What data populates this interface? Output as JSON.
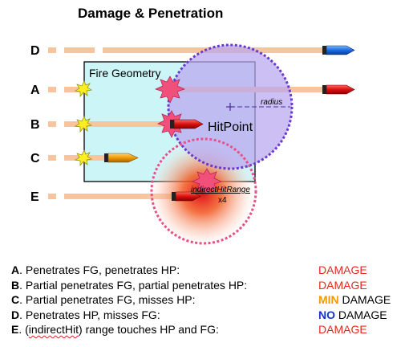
{
  "title": "Damage & Penetration",
  "fire_geometry_label": "Fire Geometry",
  "hitpoint_label": "HitPoint",
  "radius_label": "radius",
  "indirect_label": "indirectHitRange",
  "multiplier_label": "x4",
  "rows": [
    {
      "key": "D"
    },
    {
      "key": "A"
    },
    {
      "key": "B"
    },
    {
      "key": "C"
    },
    {
      "key": "E"
    }
  ],
  "legend": [
    {
      "key": "A",
      "text": ". Penetrates FG, penetrates HP:",
      "res_a": "",
      "res_b": "DAMAGE"
    },
    {
      "key": "B",
      "text": ". Partial penetrates FG, partial penetrates HP:",
      "res_a": "",
      "res_b": "DAMAGE"
    },
    {
      "key": "C",
      "text": ". Partial penetrates FG, misses HP:",
      "res_a": "MIN",
      "res_b": " DAMAGE"
    },
    {
      "key": "D",
      "text": ". Penetrates HP, misses FG:",
      "res_a": "NO",
      "res_b": " DAMAGE"
    },
    {
      "key": "E",
      "text_pre": ". (",
      "text_link": "indirectHit",
      "text_post": ") range touches HP and FG:",
      "res_a": "",
      "res_b": "DAMAGE"
    }
  ],
  "colors": {
    "trail": "#f7c49e",
    "fire_geometry_fill": "#ccf5f8",
    "hitpoint_fill": "#b9a6ee",
    "hitpoint_border": "#6a3ad0",
    "indirect_border": "#e8508a",
    "red": "#e8281e",
    "orange": "#f09a00",
    "blue": "#1432c8"
  }
}
